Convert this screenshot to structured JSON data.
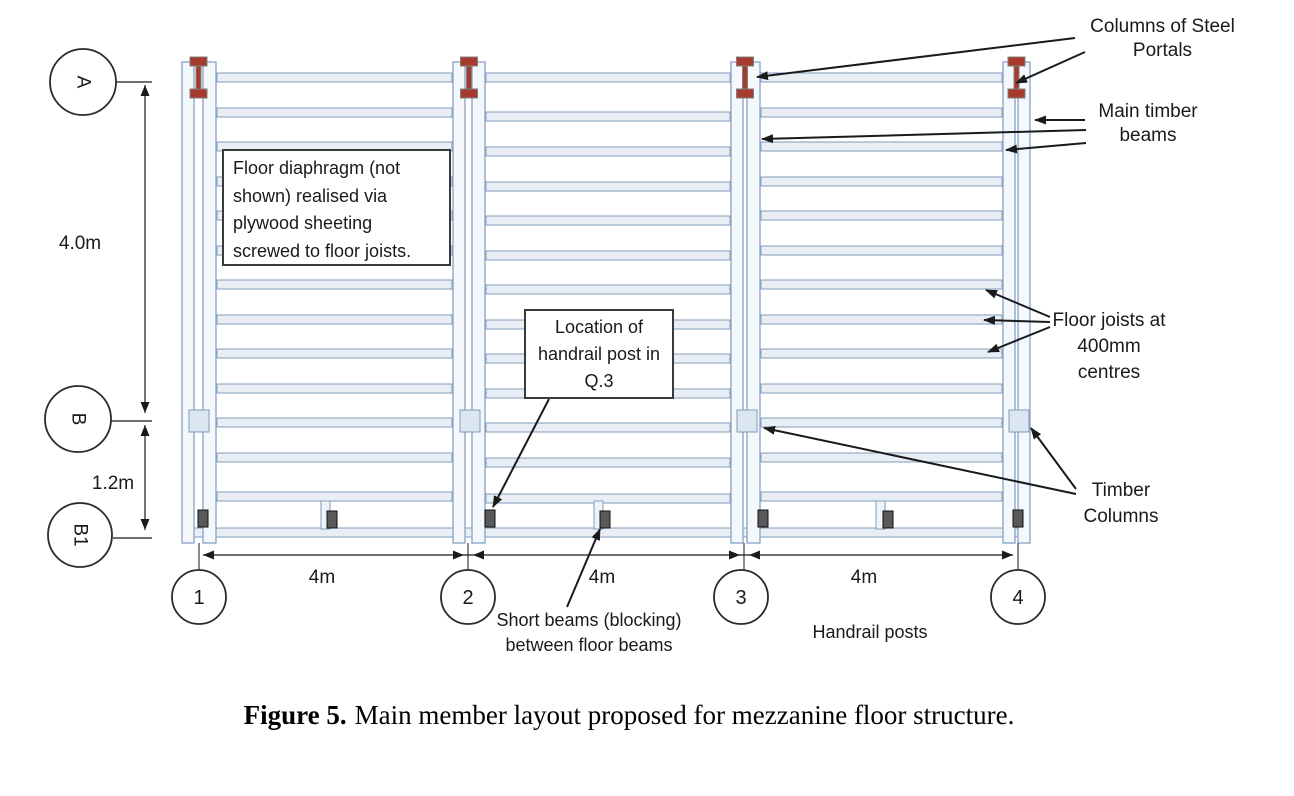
{
  "diagram": {
    "grid_rows": [
      {
        "label": "A"
      },
      {
        "label": "B"
      },
      {
        "label": "B1"
      }
    ],
    "grid_cols": [
      {
        "label": "1"
      },
      {
        "label": "2"
      },
      {
        "label": "3"
      },
      {
        "label": "4"
      }
    ],
    "dims": {
      "row_A_B": "4.0m",
      "row_B_B1": "1.2m",
      "bays": [
        "4m",
        "4m",
        "4m"
      ]
    },
    "callouts": {
      "floor_diaphragm": "Floor diaphragm (not shown) realised via plywood sheeting screwed to floor joists.",
      "handrail_location": "Location of handrail post in Q.3",
      "steel_portals": "Columns of Steel Portals",
      "main_beams": "Main timber beams",
      "floor_joists": "Floor joists at 400mm centres",
      "timber_columns": "Timber Columns",
      "short_beams": "Short beams (blocking) between floor beams",
      "handrail_posts": "Handrail posts"
    },
    "colors": {
      "joist_fill": "#e9eef5",
      "joist_stroke": "#7f9cbe",
      "column_fill": "#f4f7fb",
      "column_stroke": "#8fa9c7",
      "junction_fill": "#dce6f1",
      "blocking_fill": "#eef3f8",
      "portal_red": "#a63a2c",
      "portal_stroke": "#808080",
      "post_fill": "#595959",
      "line": "#1a1a1a"
    }
  },
  "caption": {
    "label": "Figure 5.",
    "text": "Main member layout proposed for mezzanine floor structure."
  }
}
